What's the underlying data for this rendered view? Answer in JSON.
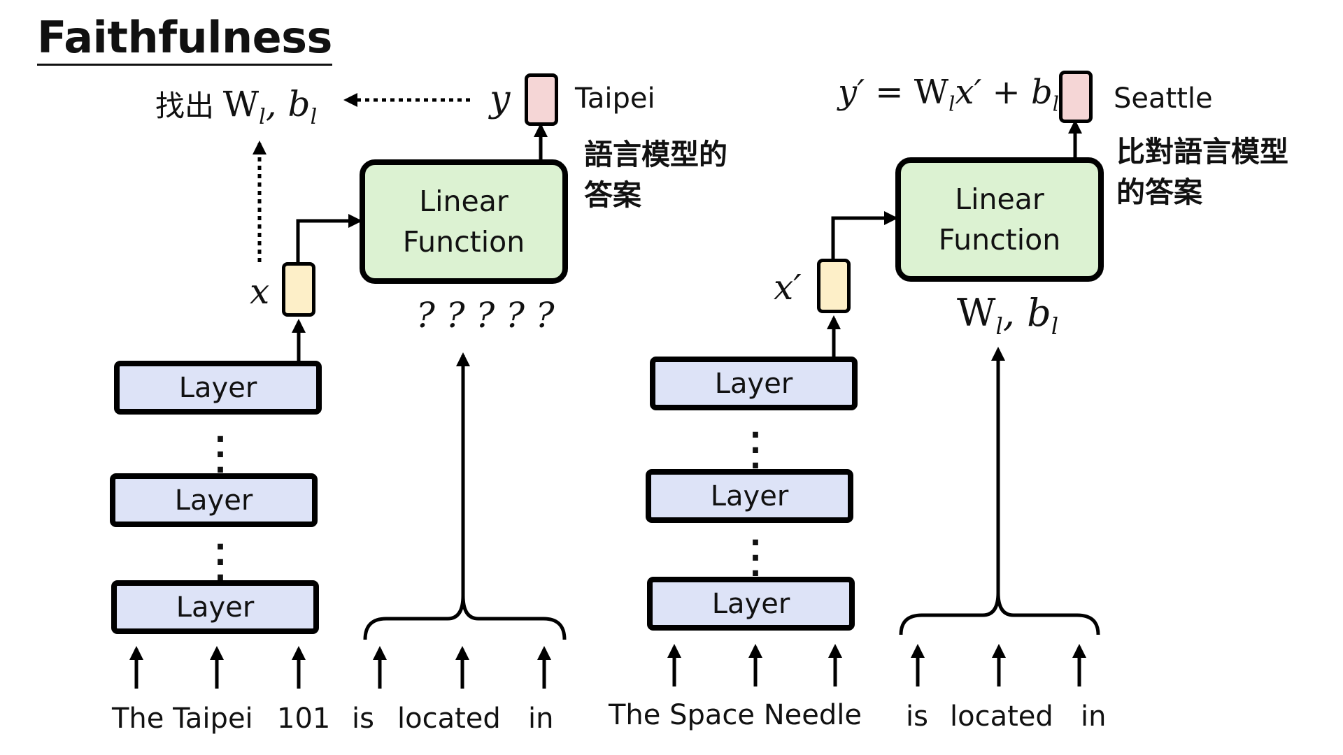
{
  "title": "Faithfulness",
  "left": {
    "find_text": "找出",
    "find_w": "W",
    "find_b": "b",
    "find_sub": "l",
    "y_label": "y",
    "x_label": "x",
    "answer": "Taipei",
    "note_line1": "語言模型的",
    "note_line2": "答案",
    "box_line1": "Linear",
    "box_line2": "Function",
    "unknown": "? ? ? ? ?",
    "layers": [
      "Layer",
      "Layer",
      "Layer"
    ],
    "tokens": [
      "The Taipei",
      "101",
      "is",
      "located",
      "in"
    ]
  },
  "right": {
    "equation": {
      "y": "y′",
      "eq": " = ",
      "w": "W",
      "sub": "l",
      "x": "x′",
      "plus": " + ",
      "b": "b"
    },
    "x_label": "x′",
    "answer": "Seattle",
    "note_line1": "比對語言模型",
    "note_line2": "的答案",
    "box_line1": "Linear",
    "box_line2": "Function",
    "params_w": "W",
    "params_b": "b",
    "params_sub": "l",
    "layers": [
      "Layer",
      "Layer",
      "Layer"
    ],
    "tokens": [
      "The Space Needle",
      "is",
      "located",
      "in"
    ]
  },
  "colors": {
    "layer_fill": "#dde3f7",
    "function_fill": "#dcf2d2",
    "hidden_vector_fill": "#fdefc8",
    "output_vector_fill": "#f5d6d6"
  }
}
